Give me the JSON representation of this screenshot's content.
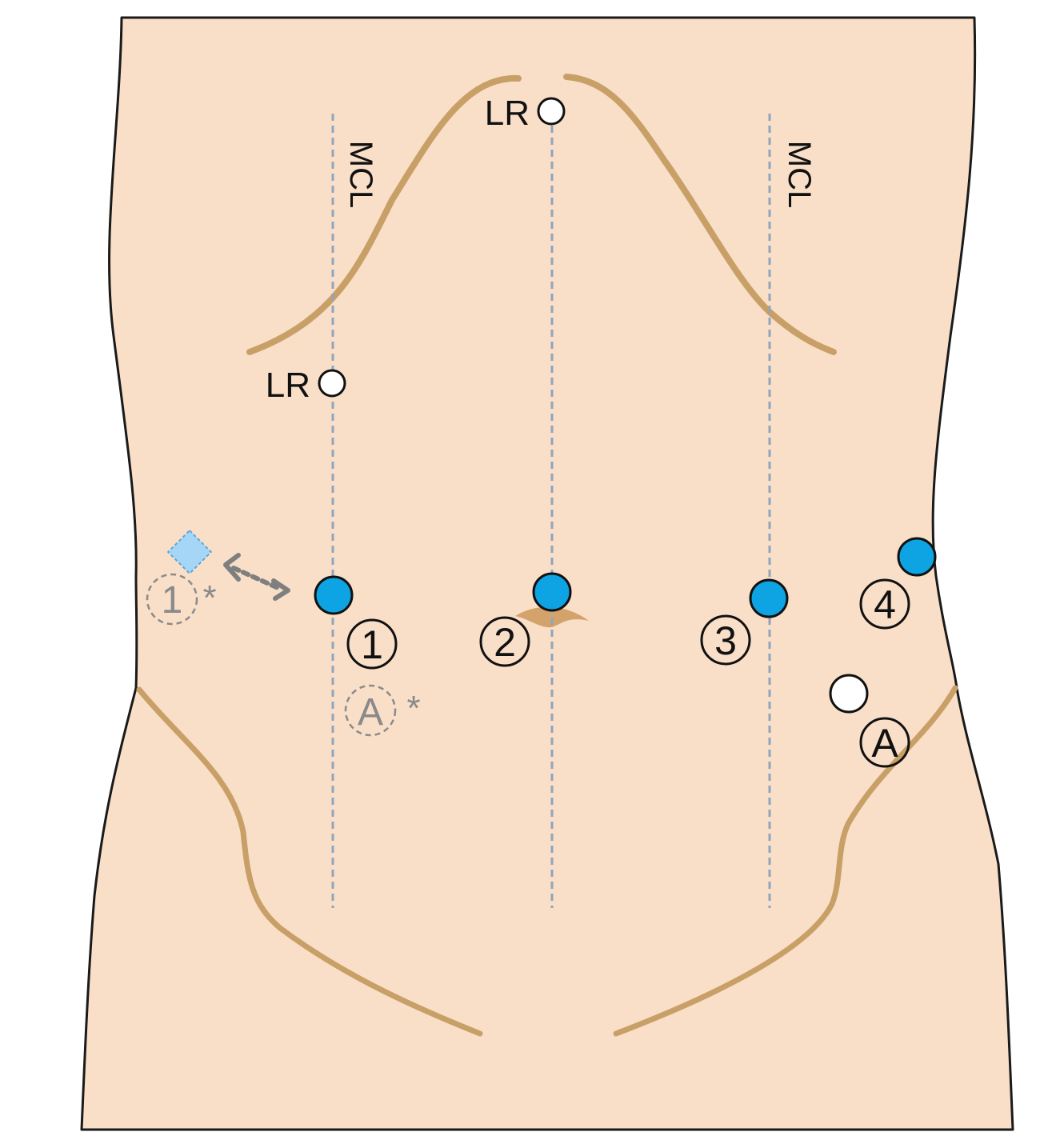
{
  "colors": {
    "skin": "#f9dfc8",
    "outline": "#1a1a1a",
    "contour": "#c8a067",
    "navel": "#d4a36c",
    "guide_line": "#8fa5bd",
    "port_main": "#0ea3e2",
    "port_main_outline": "#111111",
    "port_secondary": "#ffffff",
    "optional_grey": "#8a8a8a",
    "optional_port": "#a6d6f6"
  },
  "line_labels": {
    "left_mcl": "MCL",
    "right_mcl": "MCL"
  },
  "markers": {
    "lr_top": "LR",
    "lr_left": "LR"
  },
  "ports": {
    "p1": "1",
    "p2": "2",
    "p3": "3",
    "p4": "4",
    "pa": "A"
  },
  "optional_ports": {
    "p1": "1",
    "pa": "A",
    "star_1": "*",
    "star_a": "*"
  },
  "icons": {
    "optional_port": "diamond-port-icon",
    "reposition": "double-arrow-icon"
  }
}
